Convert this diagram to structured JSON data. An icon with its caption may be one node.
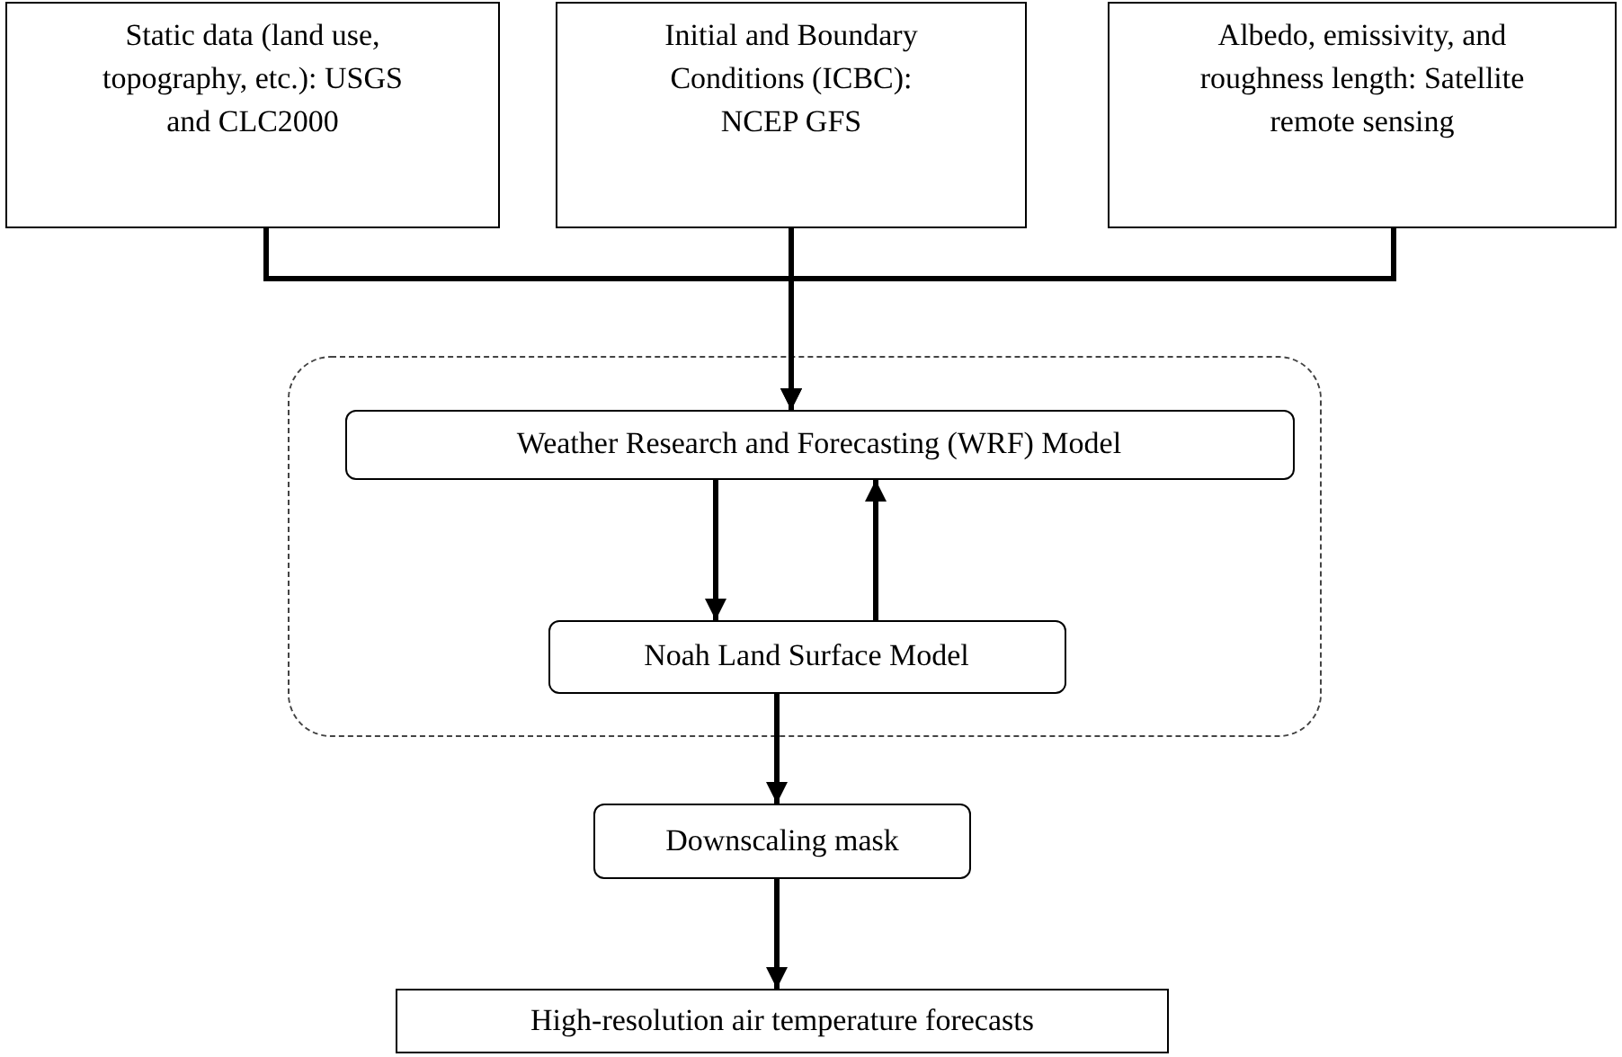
{
  "diagram": {
    "nodes": [
      {
        "text": [
          "Static data (land use, topography, etc.): USGS and CLC2000"
        ]
      },
      {
        "text": [
          "Initial and Boundary Conditions (ICBC): NCEP GFS"
        ]
      },
      {
        "text": [
          "Albedo, emissivity, and roughness length: Satellite remote sensing"
        ]
      },
      {
        "text": [],
        "shape": "box"
      },
      {
        "text": [
          "Weather Research and Forecasting (WRF) Model"
        ],
        "in": 3
      },
      {
        "text": [
          "Noah Land Surface Model"
        ],
        "in": 3
      },
      {
        "text": [
          "Downscaling mask"
        ]
      },
      {
        "text": [
          "High-resolution air temperature forecasts"
        ]
      }
    ],
    "edges": [
      {
        "from": 0,
        "to": 4,
        "arrow": "to"
      },
      {
        "from": 1,
        "to": 4,
        "arrow": "to"
      },
      {
        "from": 2,
        "to": 4,
        "arrow": "to"
      },
      {
        "from": 4,
        "to": 5,
        "arrow": "to"
      },
      {
        "from": 5,
        "to": 4,
        "arrow": "to"
      },
      {
        "from": 5,
        "to": 6,
        "arrow": "to"
      },
      {
        "from": 6,
        "to": 7,
        "arrow": "to"
      }
    ]
  }
}
